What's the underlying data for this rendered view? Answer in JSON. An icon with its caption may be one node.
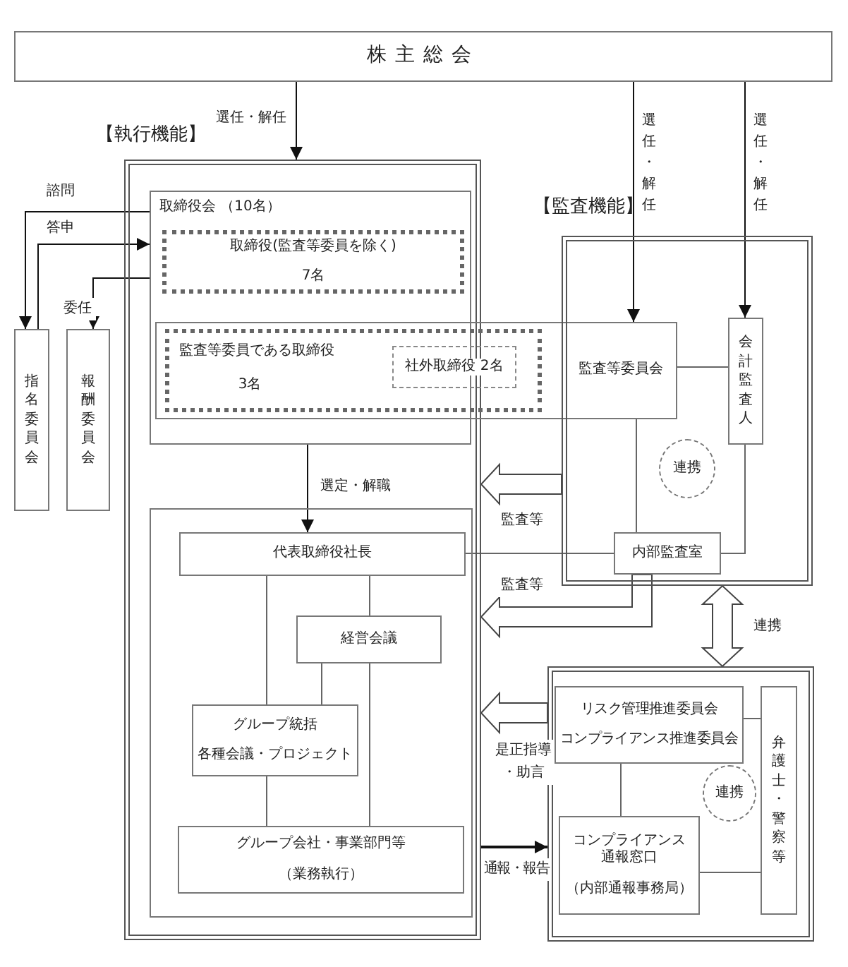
{
  "diagram": {
    "nodes": [
      {
        "text": [
          "株主総会"
        ]
      },
      {
        "text": [],
        "shape": "box"
      },
      {
        "text": [
          "取締役会 （10名）"
        ],
        "in": 1
      },
      {
        "text": [
          "取締役(監査等委員を除く)",
          "7名"
        ],
        "in": 2
      },
      {
        "text": [
          "監査等委員会"
        ]
      },
      {
        "text": [
          "監査等委員である取締役",
          "3名"
        ],
        "in": 4
      },
      {
        "text": [
          "社外取締役 2名"
        ],
        "in": 5
      },
      {
        "text": [
          "指名委員会"
        ]
      },
      {
        "text": [
          "報酬委員会"
        ]
      },
      {
        "text": [],
        "shape": "box"
      },
      {
        "text": [
          "会計監査人"
        ],
        "in": 9
      },
      {
        "text": [
          "連携"
        ],
        "in": 9
      },
      {
        "text": [
          "内部監査室"
        ],
        "in": 9
      },
      {
        "text": [],
        "shape": "box",
        "in": 1
      },
      {
        "text": [
          "代表取締役社長"
        ],
        "in": 13
      },
      {
        "text": [
          "経営会議"
        ],
        "in": 13
      },
      {
        "text": [
          "グループ統括",
          "各種会議・プロジェクト"
        ],
        "in": 13
      },
      {
        "text": [
          "グループ会社・事業部門等",
          "（業務執行）"
        ],
        "in": 13
      },
      {
        "text": [],
        "shape": "box"
      },
      {
        "text": [
          "リスク管理推進委員会",
          "コンプライアンス推進委員会"
        ],
        "in": 18
      },
      {
        "text": [
          "弁護士・警察等"
        ],
        "in": 18
      },
      {
        "text": [
          "連携"
        ],
        "in": 18
      },
      {
        "text": [
          "コンプライアンス通報窓口",
          "（内部通報事務局）"
        ],
        "in": 18
      }
    ],
    "edges": [
      {
        "from": 0,
        "to": 1,
        "arrow": "to",
        "label": "選任・解任"
      },
      {
        "from": 0,
        "to": 4,
        "arrow": "to",
        "label": "選任・解任"
      },
      {
        "from": 0,
        "to": 10,
        "arrow": "to",
        "label": "選任・解任"
      },
      {
        "from": 2,
        "to": 7,
        "arrow": "to",
        "label": "諮問"
      },
      {
        "from": 7,
        "to": 2,
        "arrow": "to",
        "label": "答申"
      },
      {
        "from": 2,
        "to": 8,
        "arrow": "to",
        "label": "委任"
      },
      {
        "from": 2,
        "to": 14,
        "arrow": "to",
        "label": "選定・解職"
      },
      {
        "from": 4,
        "to": 10,
        "arrow": "none"
      },
      {
        "from": 4,
        "to": 12,
        "arrow": "none"
      },
      {
        "from": 10,
        "to": 12,
        "arrow": "none"
      },
      {
        "from": 14,
        "to": 12,
        "arrow": "none"
      },
      {
        "from": 14,
        "to": 16,
        "arrow": "none"
      },
      {
        "from": 14,
        "to": 15,
        "arrow": "none"
      },
      {
        "from": 15,
        "to": 16,
        "arrow": "none"
      },
      {
        "from": 15,
        "to": 17,
        "arrow": "none"
      },
      {
        "from": 16,
        "to": 17,
        "arrow": "none"
      },
      {
        "from": 9,
        "to": 1,
        "arrow": "to",
        "label": "監査等",
        "style": "thick"
      },
      {
        "from": 12,
        "to": 1,
        "arrow": "to",
        "label": "監査等",
        "style": "thick"
      },
      {
        "from": 18,
        "to": 1,
        "arrow": "to",
        "label": "是正指導・助言",
        "style": "thick"
      },
      {
        "from": 1,
        "to": 18,
        "arrow": "to",
        "label": "通報・報告"
      },
      {
        "from": 9,
        "to": 18,
        "arrow": "both",
        "label": "連携",
        "style": "thick"
      },
      {
        "from": 19,
        "to": 20,
        "arrow": "none"
      },
      {
        "from": 19,
        "to": 22,
        "arrow": "none"
      },
      {
        "from": 22,
        "to": 20,
        "arrow": "none"
      }
    ],
    "labels": [
      "【執行機能】",
      "【監査機能】"
    ]
  }
}
